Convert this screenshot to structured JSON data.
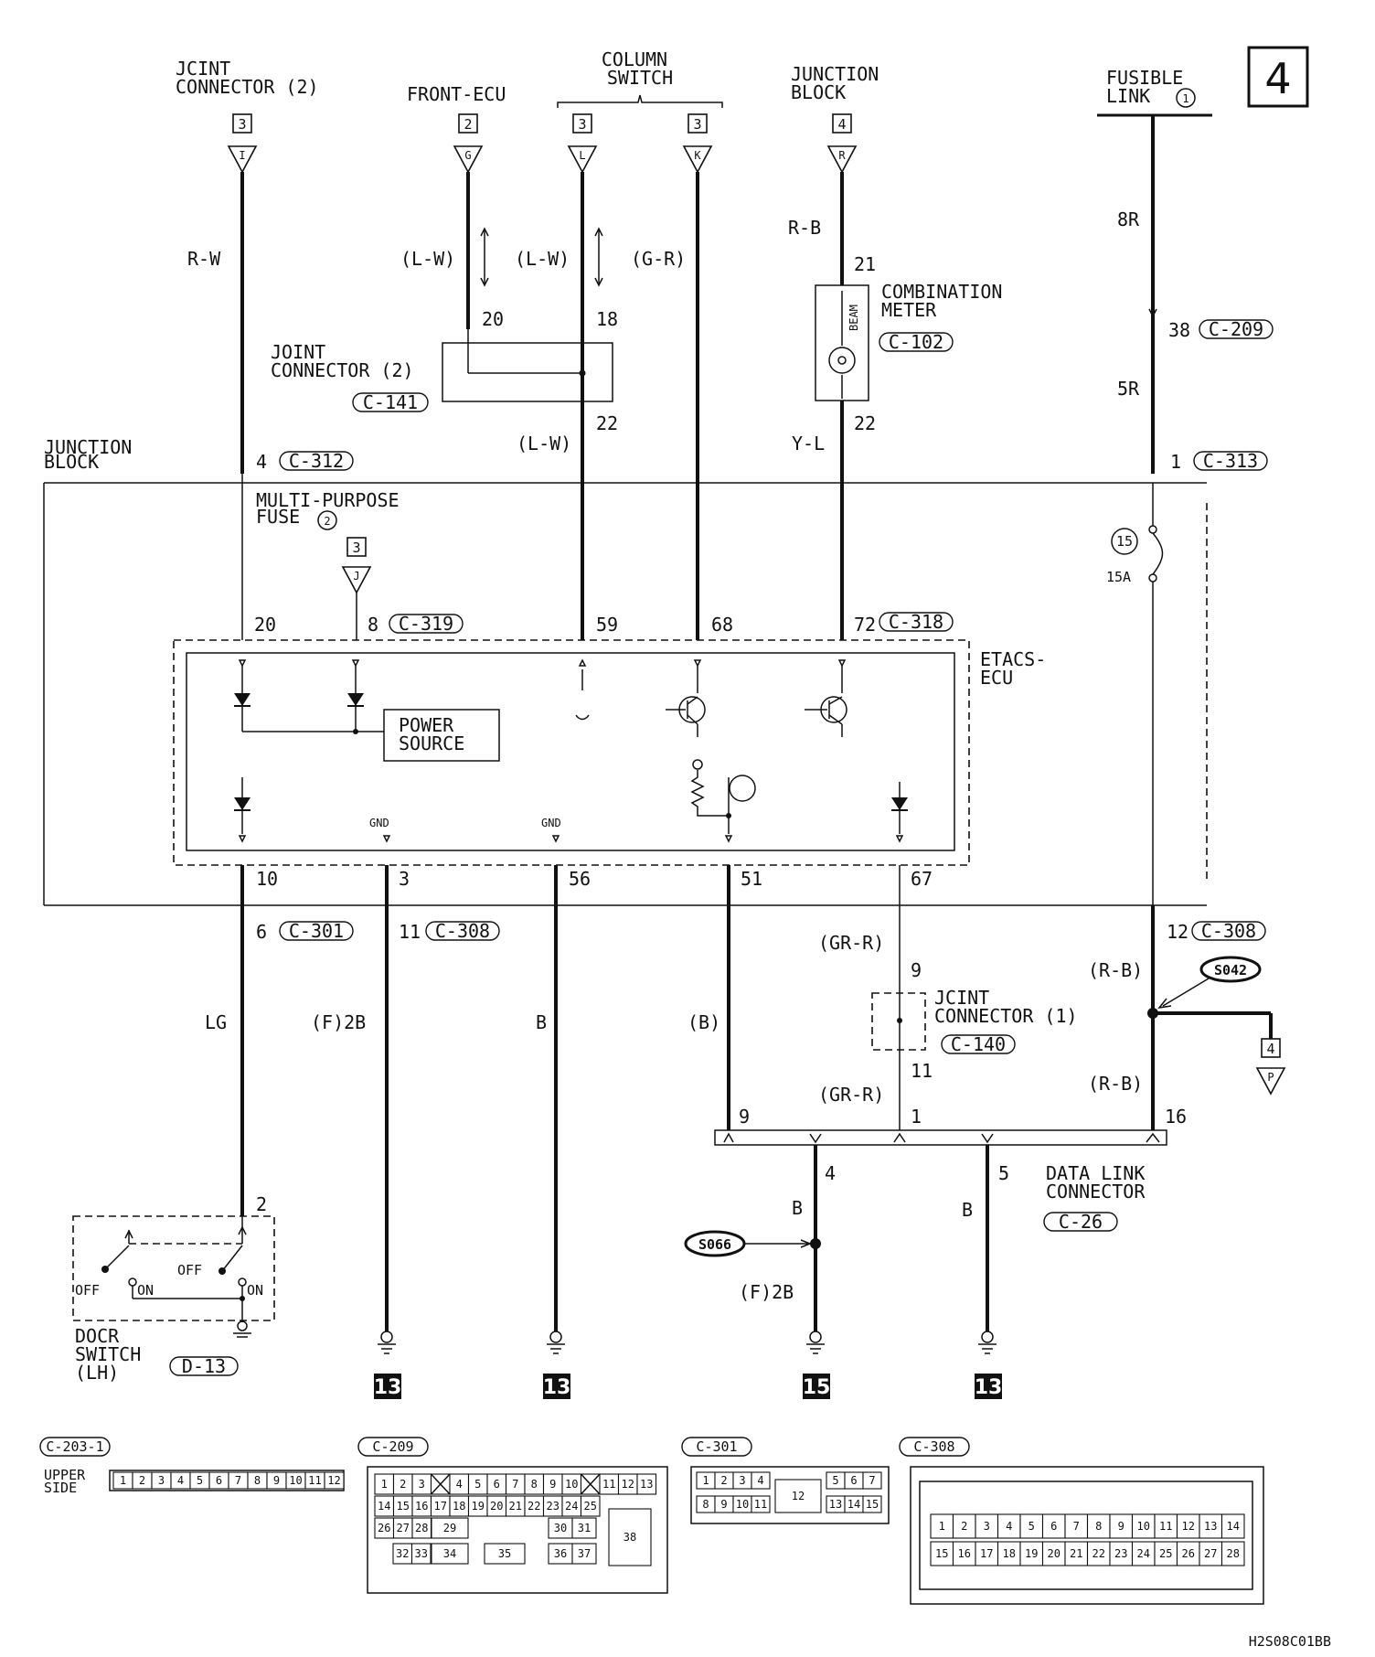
{
  "page_number": "4",
  "figure_code": "H2S08C01BB",
  "top_sources": [
    {
      "name": "JCINT\nCONNECTOR (2)",
      "page": "3",
      "letter": "I"
    },
    {
      "name": "FRONT-ECU",
      "page": "2",
      "letter": "G"
    },
    {
      "name": "COLUMN\nSWITCH",
      "page": "3",
      "letter": "L"
    },
    {
      "name": "",
      "page": "3",
      "letter": "K"
    },
    {
      "name": "JUNCTION\nBLOCK",
      "page": "4",
      "letter": "R"
    }
  ],
  "fusible_link": {
    "label": "FUSIBLE\nLINK",
    "num": "1"
  },
  "wire_colors": {
    "rw": "R-W",
    "lw1": "(L-W)",
    "lw2": "(L-W)",
    "gr": "(G-R)",
    "rb": "R-B",
    "yl": "Y-L",
    "lw3": "(L-W)",
    "r8": "8R",
    "r5": "5R",
    "lg": "LG",
    "f2b": "(F)2B",
    "b": "B",
    "bparen": "(B)",
    "grr1": "(GR-R)",
    "grr2": "(GR-R)",
    "rb2": "(R-B)",
    "rb3": "(R-B)",
    "b4": "B",
    "f2b2": "(F)2B",
    "b5": "B"
  },
  "pins": {
    "p20a": "20",
    "p18": "18",
    "p22a": "22",
    "p21": "21",
    "p22b": "22",
    "p38": "38",
    "p4": "4",
    "p1": "1",
    "p20b": "20",
    "p8": "8",
    "p59": "59",
    "p68": "68",
    "p72": "72",
    "p10": "10",
    "p3": "3",
    "p56": "56",
    "p51": "51",
    "p67": "67",
    "p6": "6",
    "p11": "11",
    "p12": "12",
    "p9a": "9",
    "p11b": "11",
    "p9b": "9",
    "p1b": "1",
    "p16": "16",
    "p4b": "4",
    "p5": "5",
    "p2": "2"
  },
  "connector_refs": {
    "c141": "C-141",
    "c102": "C-102",
    "c209": "C-209",
    "c312": "C-312",
    "c313": "C-313",
    "c319": "C-319",
    "c318": "C-318",
    "c301": "C-301",
    "c308a": "C-308",
    "c308b": "C-308",
    "c140": "C-140",
    "c26": "C-26",
    "d13": "D-13"
  },
  "components": {
    "joint_connector_2": "JOINT\nCONNECTOR (2)",
    "combination_meter": "COMBINATION\nMETER",
    "beam": "BEAM",
    "junction_block": "JUNCTION\nBLOCK",
    "multi_purpose_fuse": "MULTI-PURPOSE\nFUSE",
    "mp_fuse_num": "2",
    "fuse_num": "15",
    "fuse_amp": "15A",
    "etacs_ecu": "ETACS-\nECU",
    "power_source": "POWER\nSOURCE",
    "gnd1": "GND",
    "gnd2": "GND",
    "jcint_connector_1": "JCINT\nCONNECTOR (1)",
    "data_link_connector": "DATA LINK\nCONNECTOR",
    "door_switch": "DOCR\nSWITCH\n(LH)",
    "off1": "OFF",
    "on1": "ON",
    "off2": "OFF",
    "on2": "ON",
    "mid_ref_page": "3",
    "mid_ref_letter": "J",
    "right_ref_page": "4",
    "right_ref_letter": "P"
  },
  "splices": {
    "s042": "S042",
    "s066": "S066"
  },
  "grounds": [
    "13",
    "13",
    "15",
    "13"
  ],
  "bottom_connectors": {
    "c203_label": "C-203-1",
    "c203_side": "UPPER\nSIDE",
    "c203_pins": [
      "1",
      "2",
      "3",
      "4",
      "5",
      "6",
      "7",
      "8",
      "9",
      "10",
      "11",
      "12"
    ],
    "c209_label": "C-209",
    "c209_row1": [
      "1",
      "2",
      "3",
      "",
      "4",
      "5",
      "6",
      "7",
      "8",
      "9",
      "10",
      "",
      "11",
      "12",
      "13"
    ],
    "c209_row2": [
      "14",
      "15",
      "16",
      "17",
      "18",
      "19",
      "20",
      "21",
      "22",
      "23",
      "24",
      "25"
    ],
    "c209_row3a": [
      "26",
      "27",
      "28",
      "29",
      "30",
      "31"
    ],
    "c209_row4": [
      "32",
      "33",
      "34",
      "35",
      "36",
      "37"
    ],
    "c209_big": "38",
    "c301_label": "C-301",
    "c301_row1a": [
      "1",
      "2",
      "3",
      "4"
    ],
    "c301_row1b": [
      "5",
      "6",
      "7"
    ],
    "c301_row2a": [
      "8",
      "9",
      "10",
      "11"
    ],
    "c301_row2b": [
      "13",
      "14",
      "15"
    ],
    "c301_mid": "12",
    "c308_label": "C-308",
    "c308_row1": [
      "1",
      "2",
      "3",
      "4",
      "5",
      "6",
      "7",
      "8",
      "9",
      "10",
      "11",
      "12",
      "13",
      "14"
    ],
    "c308_row2": [
      "15",
      "16",
      "17",
      "18",
      "19",
      "20",
      "21",
      "22",
      "23",
      "24",
      "25",
      "26",
      "27",
      "28"
    ]
  }
}
